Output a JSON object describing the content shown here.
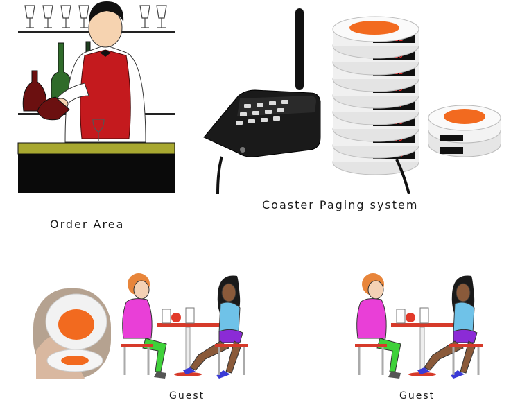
{
  "captions": {
    "order_area": "Order Area",
    "paging_system": "Coaster Paging system",
    "guest_left": "Guest",
    "guest_right": "Guest"
  },
  "pager_displays": [
    "0211",
    "0210",
    "0212",
    "0209",
    "0207",
    "0206",
    "0205",
    "0204"
  ],
  "colors": {
    "vest": "#c41a1e",
    "counter_top": "#a8a830",
    "counter_body": "#0a0a0a",
    "pager_orange": "#f26a1f",
    "pager_white": "#f0f0f0",
    "led_red": "#ff2a2a",
    "dress_pink": "#e93fd7",
    "pants_green": "#3fd13a",
    "skirt_purple": "#8b2bd6",
    "table_red": "#d63a2a"
  }
}
